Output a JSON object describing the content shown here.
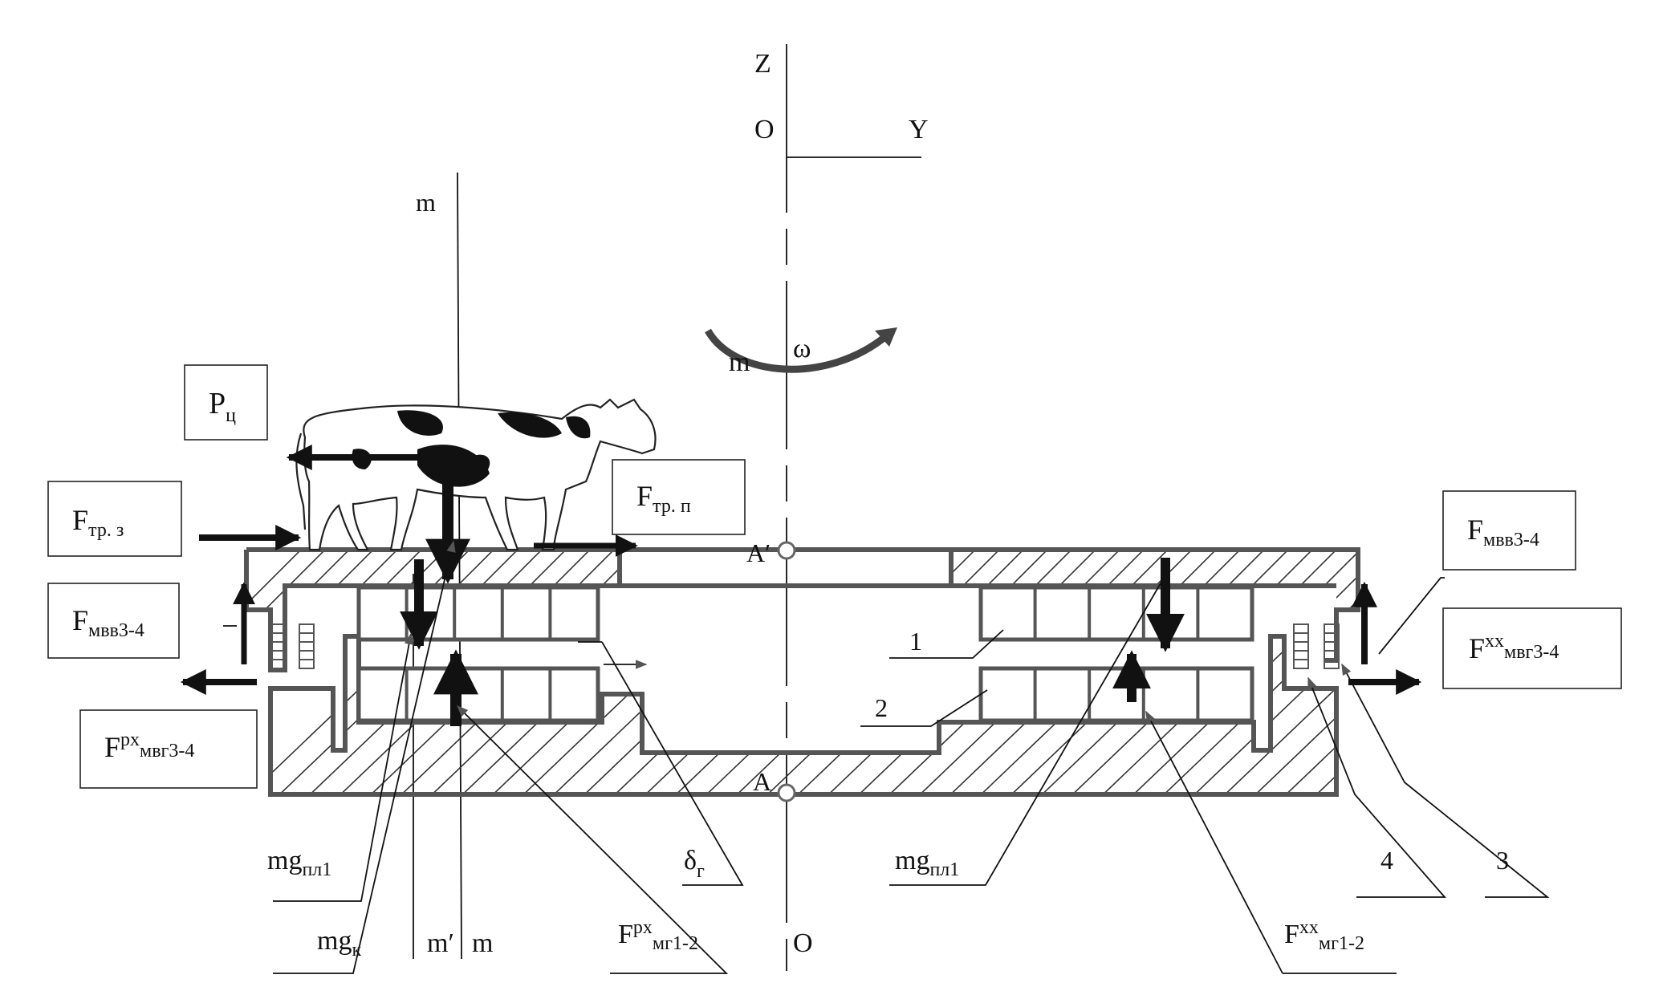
{
  "axes": {
    "z": "Z",
    "o_top": "O",
    "y": "Y",
    "o_bottom": "O",
    "m_top": "m",
    "m_bottom": "m",
    "m_prime": "m′",
    "omega": "ω",
    "m_arc": "m"
  },
  "points": {
    "a_prime": "A′",
    "a": "A"
  },
  "boxes": {
    "p_c": {
      "main": "P",
      "sub": "ц"
    },
    "f_tr_z": {
      "main": "F",
      "sub": "тр. з"
    },
    "f_tr_p": {
      "main": "F",
      "sub": "тр. п"
    },
    "f_mvv_left": {
      "main": "F",
      "sub": "мвв3-4"
    },
    "f_px_mvg_left": {
      "main": "F",
      "sup": "px",
      "sub": "мвг3-4"
    },
    "f_mvv_right": {
      "main": "F",
      "sub": "мвв3-4"
    },
    "f_xx_mvg_right": {
      "main": "F",
      "sup": "xx",
      "sub": "мвг3-4"
    }
  },
  "labels": {
    "mg_pl1_left": {
      "main": "mg",
      "sub": "пл1"
    },
    "mg_k": {
      "main": "mg",
      "sub": "к"
    },
    "f_px_mg12": {
      "main": "F",
      "sup": "px",
      "sub": "мг1-2"
    },
    "delta_g": {
      "main": "δ",
      "sub": "г"
    },
    "mg_pl1_right": {
      "main": "mg",
      "sub": "пл1"
    },
    "f_xx_mg12": {
      "main": "F",
      "sup": "xx",
      "sub": "мг1-2"
    },
    "n1": "1",
    "n2": "2",
    "n3": "3",
    "n4": "4"
  }
}
